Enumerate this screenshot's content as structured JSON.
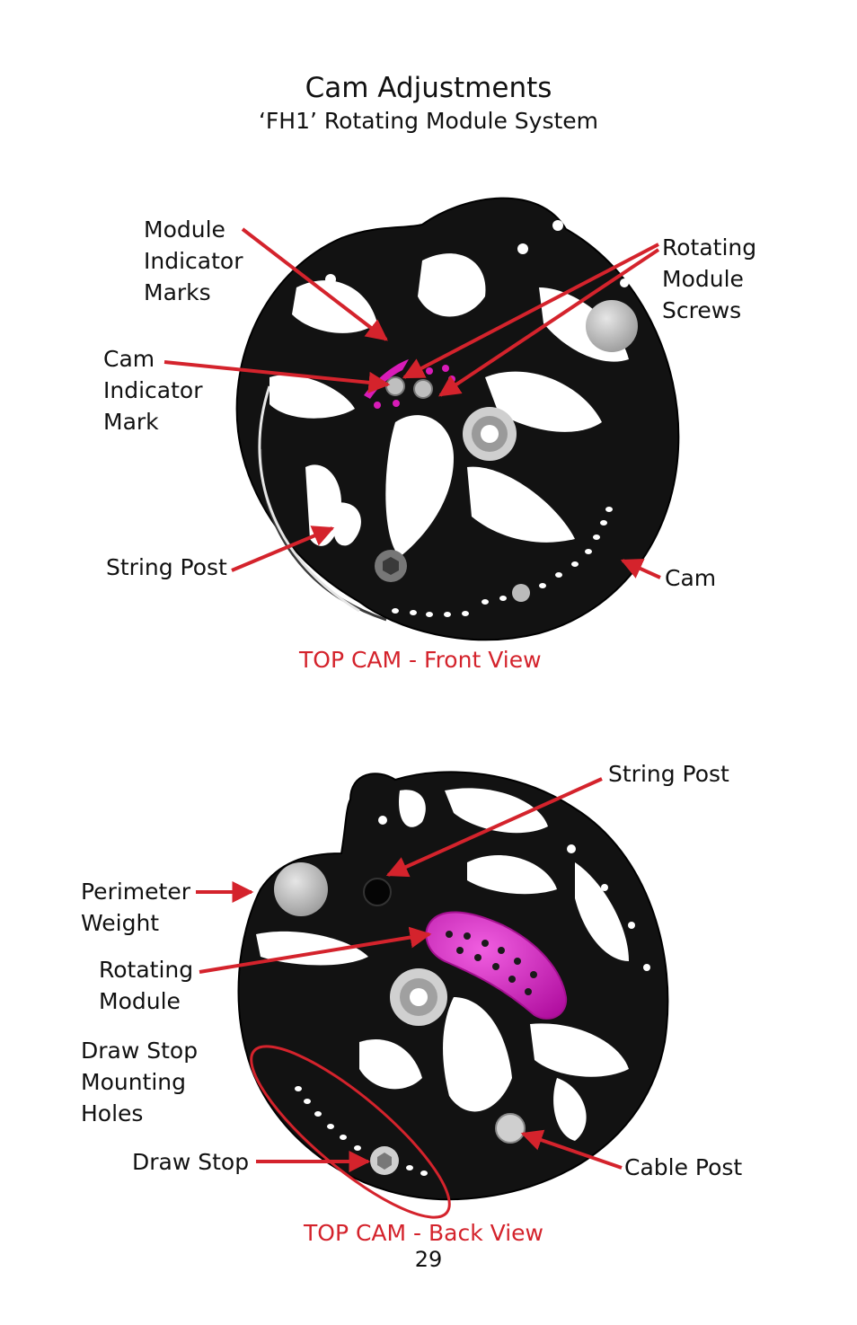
{
  "header": {
    "title": "Cam Adjustments",
    "subtitle": "‘FH1’ Rotating Module System"
  },
  "front_view": {
    "caption": "TOP CAM - Front View",
    "labels": {
      "module_indicator_marks": [
        "Module",
        "Indicator",
        "Marks"
      ],
      "rotating_module_screws": [
        "Rotating",
        "Module",
        "Screws"
      ],
      "cam_indicator_mark": [
        "Cam",
        "Indicator",
        "Mark"
      ],
      "string_post": "String Post",
      "cam": "Cam"
    }
  },
  "back_view": {
    "caption": "TOP CAM - Back View",
    "labels": {
      "string_post": "String Post",
      "perimeter_weight": [
        "Perimeter",
        "Weight"
      ],
      "rotating_module": [
        "Rotating",
        "Module"
      ],
      "draw_stop_mounting_holes": [
        "Draw Stop",
        "Mounting",
        "Holes"
      ],
      "draw_stop": "Draw Stop",
      "cable_post": "Cable Post"
    }
  },
  "page_number": "29",
  "colors": {
    "annotation_red": "#d4232c",
    "module_magenta": "#d81bb8",
    "cam_black": "#111111"
  }
}
